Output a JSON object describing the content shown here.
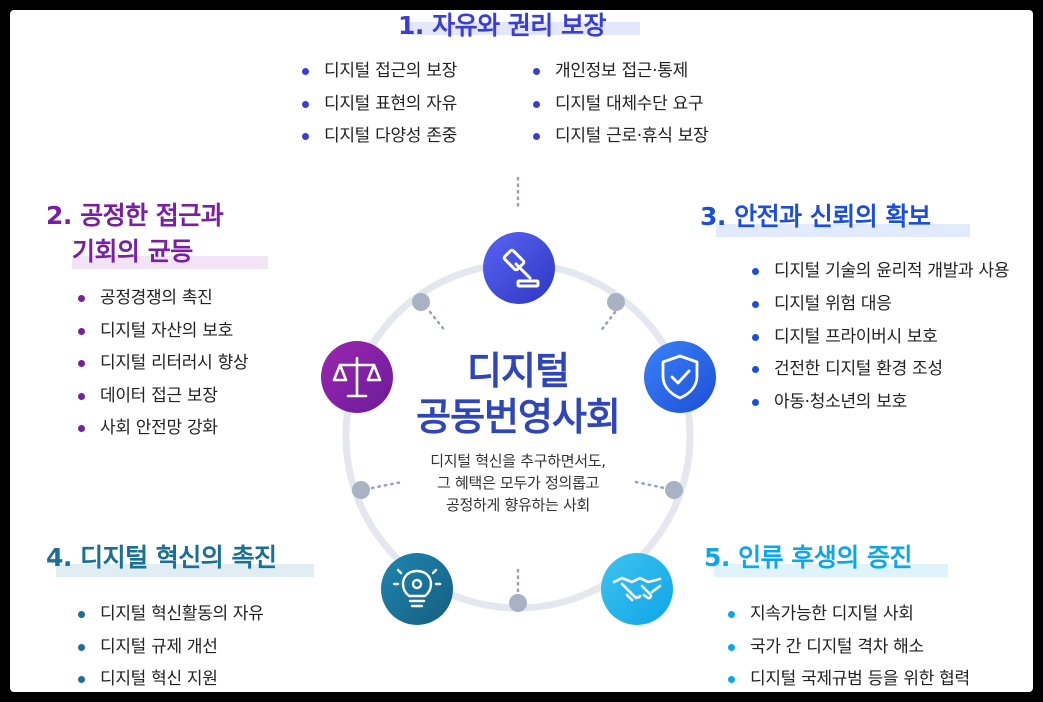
{
  "center": {
    "title_line1": "디지털",
    "title_line2": "공동번영사회",
    "subtitle": "디지털 혁신을 추구하면서도,\n그 혜택은 모두가 정의롭고\n공정하게 향유하는 사회"
  },
  "sections": {
    "s1": {
      "title": "1. 자유와 권리 보장",
      "color": "#3b3fd1",
      "icon": "gavel-icon",
      "col1": [
        "디지털 접근의 보장",
        "디지털 표현의 자유",
        "디지털 다양성 존중"
      ],
      "col2": [
        "개인정보 접근·통제",
        "디지털 대체수단 요구",
        "디지털 근로·휴식 보장"
      ]
    },
    "s2": {
      "title_line1": "2. 공정한 접근과",
      "title_line2": "기회의 균등",
      "color": "#7b1fa2",
      "icon": "scales-icon",
      "items": [
        "공정경쟁의 촉진",
        "디지털 자산의 보호",
        "디지털 리터러시 향상",
        "데이터 접근 보장",
        "사회 안전망 강화"
      ]
    },
    "s3": {
      "title": "3. 안전과 신뢰의 확보",
      "color": "#1d4ed8",
      "icon": "shield-check-icon",
      "items": [
        "디지털 기술의\n윤리적 개발과 사용",
        "디지털 위험 대응",
        "디지털 프라이버시 보호",
        "건전한 디지털 환경 조성",
        "아동·청소년의 보호"
      ]
    },
    "s4": {
      "title": "4. 디지털 혁신의 촉진",
      "color": "#1a6f95",
      "icon": "lightbulb-icon",
      "items": [
        "디지털 혁신활동의 자유",
        "디지털 규제 개선",
        "디지털 혁신 지원"
      ]
    },
    "s5": {
      "title": "5. 인류 후생의 증진",
      "color": "#0ea5e9",
      "icon": "handshake-icon",
      "items": [
        "지속가능한 디지털 사회",
        "국가 간 디지털 격차 해소",
        "디지털 국제규범 등을 위한 협력"
      ]
    }
  }
}
